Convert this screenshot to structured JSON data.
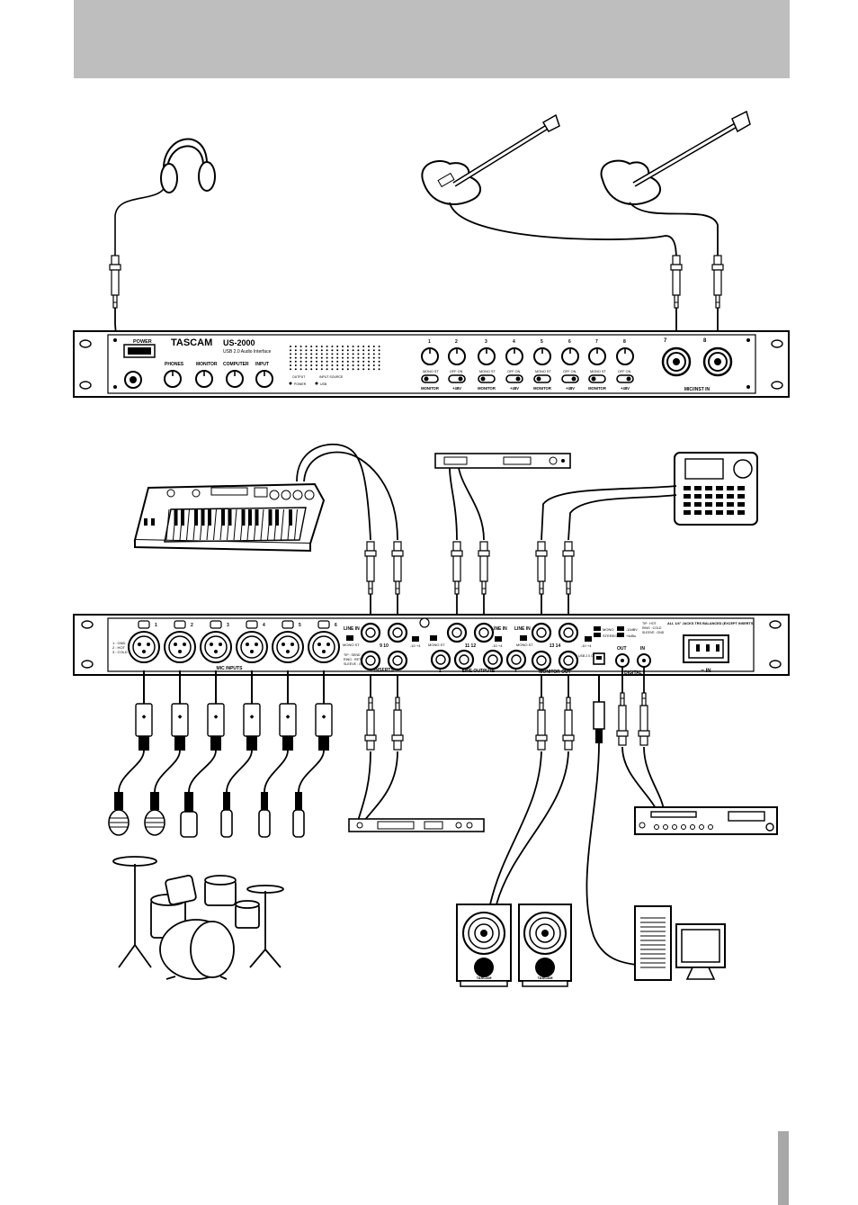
{
  "front_panel": {
    "power_label": "POWER",
    "brand": "TASCAM",
    "model": "US-2000",
    "subtitle": "USB 2.0 Audio Interface",
    "knob_labels": [
      "PHONES",
      "MONITOR",
      "COMPUTER",
      "INPUT"
    ],
    "channel_numbers": [
      "1",
      "2",
      "3",
      "4",
      "5",
      "6",
      "7",
      "8"
    ],
    "switch_top_labels": [
      "MONO ST",
      "OFF ON"
    ],
    "monitor_label": "MONITOR",
    "phantom_label": "+48V",
    "input_source": "INPUT SOURCE",
    "output_label": "OUTPUT",
    "power_led": "POWER",
    "usb_led": "USB",
    "combo_numbers": [
      "7",
      "8"
    ],
    "mic_inst": "MIC/INST IN"
  },
  "rear_panel": {
    "mic_inputs": "MIC INPUTS",
    "mic_numbers": [
      "1",
      "2",
      "3",
      "4",
      "5",
      "6"
    ],
    "xlr_legend": [
      "1 : GND",
      "2 : HOT",
      "3 : COLD"
    ],
    "line_in": "LINE IN",
    "mono_st": "MONO ST",
    "level_label": "-10 +4",
    "pairs": [
      "9 10",
      "11 12",
      "13 14"
    ],
    "insert_legend": [
      "TIP : SEND",
      "RING : RETURN",
      "SLEEVE : GND"
    ],
    "inserts": "INSERTS",
    "insert_numbers": [
      "7",
      "8"
    ],
    "line_outputs": "LINE OUTPUTS",
    "line_out_numbers": [
      "1",
      "2",
      "3",
      "4"
    ],
    "monitor_out": "MONITOR OUT",
    "usb_only": "USB 2.0 ONLY",
    "digital": "DIGITAL",
    "out": "OUT",
    "in": "IN",
    "mono": "MONO",
    "stereo": "STEREO",
    "trs_legend": [
      "TIP : HOT",
      "RING : COLD",
      "SLEEVE : GND"
    ],
    "level_opts": [
      "-10dBV",
      "+4dBu"
    ],
    "jack_note": "ALL 1/4\" JACKS TRS BALANCED (EXCEPT INSERTS)",
    "ac_in": "~ IN"
  },
  "speaker_brand": "TASCAM"
}
